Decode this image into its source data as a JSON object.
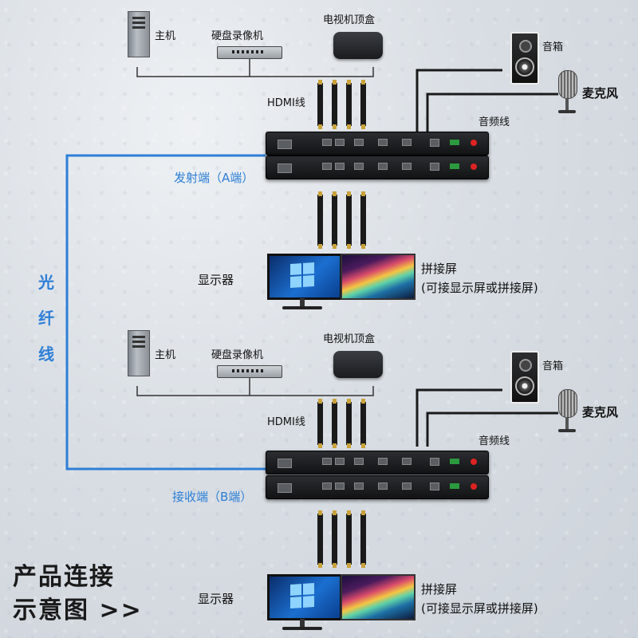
{
  "top": {
    "host": "主机",
    "dvr": "硬盘录像机",
    "stb": "电视机顶盒",
    "speaker": "音箱",
    "mic": "麦克风",
    "hdmi": "HDMI线",
    "audio": "音频线",
    "end_label": "发射端（A端）",
    "monitor": "显示器",
    "wall": "拼接屏",
    "wall_note": "(可接显示屏或拼接屏)"
  },
  "bottom": {
    "host": "主机",
    "dvr": "硬盘录像机",
    "stb": "电视机顶盒",
    "speaker": "音箱",
    "mic": "麦克风",
    "hdmi": "HDMI线",
    "audio": "音频线",
    "end_label": "接收端（B端）",
    "monitor": "显示器",
    "wall": "拼接屏",
    "wall_note": "(可接显示屏或拼接屏)"
  },
  "fiber": {
    "char1": "光",
    "char2": "纤",
    "char3": "线"
  },
  "title": {
    "line1": "产品连接",
    "line2": "示意图 >>"
  },
  "colors": {
    "fiber_line": "#2d7fd6",
    "cable": "#111111",
    "connector": "#c9a23a"
  }
}
